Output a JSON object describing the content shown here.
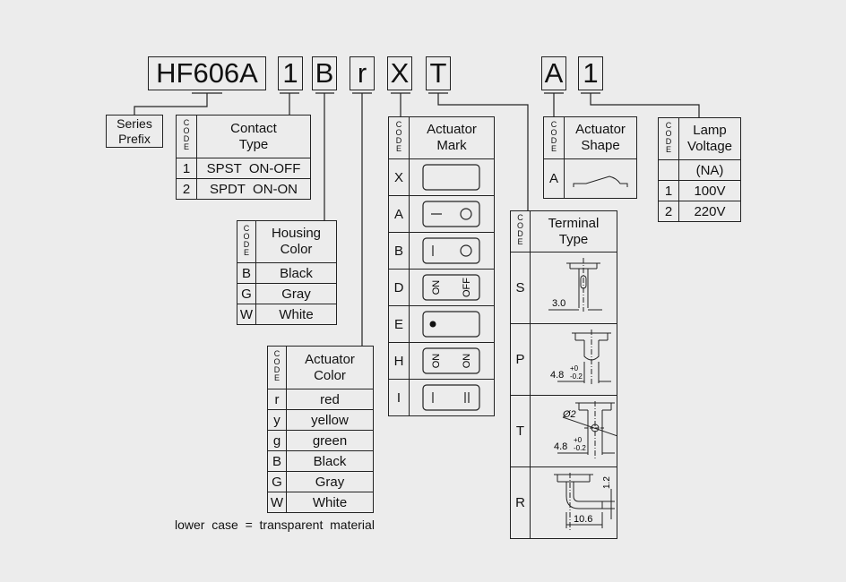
{
  "part_code": {
    "series": "HF606A",
    "contact": "1",
    "housing": "B",
    "actuator_color": "r",
    "actuator_mark": "X",
    "terminal": "T",
    "actuator_shape": "A",
    "lamp_voltage": "1"
  },
  "code_header": "CODE",
  "series_prefix": "Series\nPrefix",
  "contact_type": {
    "title": "Contact\nType",
    "rows": [
      {
        "code": "1",
        "value": "SPST  ON-OFF"
      },
      {
        "code": "2",
        "value": "SPDT  ON-ON"
      }
    ]
  },
  "housing_color": {
    "title": "Housing\nColor",
    "rows": [
      {
        "code": "B",
        "value": "Black"
      },
      {
        "code": "G",
        "value": "Gray"
      },
      {
        "code": "W",
        "value": "White"
      }
    ]
  },
  "actuator_color": {
    "title": "Actuator\nColor",
    "rows": [
      {
        "code": "r",
        "value": "red"
      },
      {
        "code": "y",
        "value": "yellow"
      },
      {
        "code": "g",
        "value": "green"
      },
      {
        "code": "B",
        "value": "Black"
      },
      {
        "code": "G",
        "value": "Gray"
      },
      {
        "code": "W",
        "value": "White"
      }
    ]
  },
  "actuator_mark": {
    "title": "Actuator\nMark",
    "rows": [
      {
        "code": "X",
        "icon": "blank-mark-icon"
      },
      {
        "code": "A",
        "icon": "dash-circle-mark-icon"
      },
      {
        "code": "B",
        "icon": "bar-circle-mark-icon"
      },
      {
        "code": "D",
        "icon": "on-off-mark-icon",
        "left_text": "ON",
        "right_text": "OFF"
      },
      {
        "code": "E",
        "icon": "dot-mark-icon"
      },
      {
        "code": "H",
        "icon": "on-on-mark-icon",
        "left_text": "ON",
        "right_text": "ON"
      },
      {
        "code": "I",
        "icon": "bar-double-bar-mark-icon"
      }
    ]
  },
  "terminal_type": {
    "title": "Terminal\nType",
    "rows": [
      {
        "code": "S",
        "icon": "solder-terminal-icon",
        "dims": [
          "3.0"
        ]
      },
      {
        "code": "P",
        "icon": "pcb-terminal-icon",
        "dims": [
          "4.8",
          "+0",
          "-0.2"
        ]
      },
      {
        "code": "T",
        "icon": "tab-terminal-icon",
        "dims": [
          "Ø2",
          "4.8",
          "+0",
          "-0.2"
        ]
      },
      {
        "code": "R",
        "icon": "right-angle-terminal-icon",
        "dims": [
          "1.2",
          "10.6"
        ]
      }
    ]
  },
  "actuator_shape": {
    "title": "Actuator\nShape",
    "rows": [
      {
        "code": "A",
        "icon": "rocker-shape-icon"
      }
    ]
  },
  "lamp_voltage": {
    "title": "Lamp\nVoltage",
    "rows": [
      {
        "code": "",
        "value": "(NA)"
      },
      {
        "code": "1",
        "value": "100V"
      },
      {
        "code": "2",
        "value": "220V"
      }
    ]
  },
  "footnote": "lower  case  =  transparent  material"
}
